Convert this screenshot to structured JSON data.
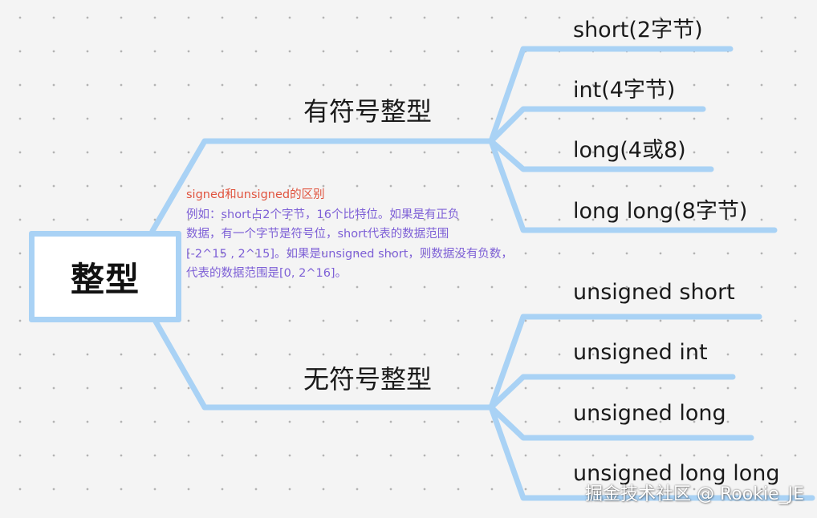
{
  "root": {
    "label": "整型"
  },
  "branches": [
    {
      "label": "有符号整型",
      "children": [
        "short(2字节)",
        "int(4字节)",
        "long(4或8)",
        "long long(8字节)"
      ]
    },
    {
      "label": "无符号整型",
      "children": [
        "unsigned short",
        "unsigned int",
        "unsigned long",
        "unsigned long long"
      ]
    }
  ],
  "note": {
    "title": "signed和unsigned的区别",
    "lines": [
      "例如：short占2个字节，16个比特位。如果是有正负",
      "数据，有一个字节是符号位，short代表的数据范围",
      "[-2^15 , 2^15]。如果是unsigned short，则数据没有负数，",
      "代表的数据范围是[0, 2^16]。"
    ]
  },
  "watermark": "掘金技术社区 @ Rookie_JE",
  "colors": {
    "connector": "#a9d2f5",
    "note_title": "#e0533e",
    "note_text": "#7d5fd6",
    "background": "#f4f4f4"
  }
}
